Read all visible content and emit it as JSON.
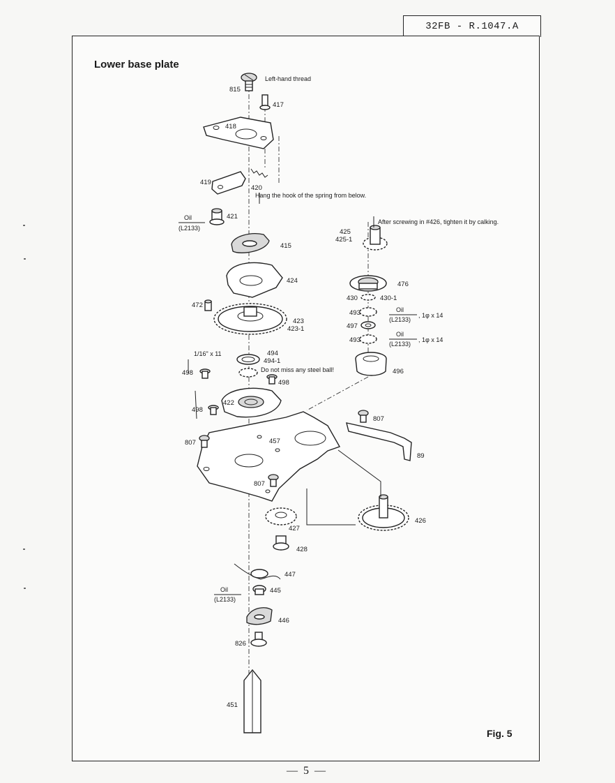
{
  "header": {
    "doc_code": "32FB - R.1047.A"
  },
  "section_title": "Lower base plate",
  "figure_label": "Fig. 5",
  "page_number": "— 5 —",
  "notes": {
    "left_hand": "Left-hand thread",
    "spring_hook": "Hang the hook of the spring from below.",
    "calking": "After screwing in #426, tighten it by calking.",
    "steel_ball": "Do not miss any steel ball!"
  },
  "oil": {
    "label": "Oil",
    "spec": "(L2133)",
    "ball_spec": ", 1φ x 14"
  },
  "ball_size": "1/16\" x 11",
  "parts": {
    "p815": "815",
    "p417": "417",
    "p418": "418",
    "p419": "419",
    "p420": "420",
    "p421": "421",
    "p415": "415",
    "p424": "424",
    "p472": "472",
    "p423": "423",
    "p423_1": "423-1",
    "p494": "494",
    "p494_1": "494-1",
    "p498a": "498",
    "p498b": "498",
    "p498c": "498",
    "p422": "422",
    "p807a": "807",
    "p457": "457",
    "p807b": "807",
    "p807c": "807",
    "p89": "89",
    "p427": "427",
    "p428": "428",
    "p426": "426",
    "p447": "447",
    "p445": "445",
    "p446": "446",
    "p826": "826",
    "p451": "451",
    "p425": "425",
    "p425_1": "425-1",
    "p476": "476",
    "p430": "430",
    "p430_1": "430-1",
    "p493a": "493",
    "p497": "497",
    "p493b": "493",
    "p496": "496"
  }
}
